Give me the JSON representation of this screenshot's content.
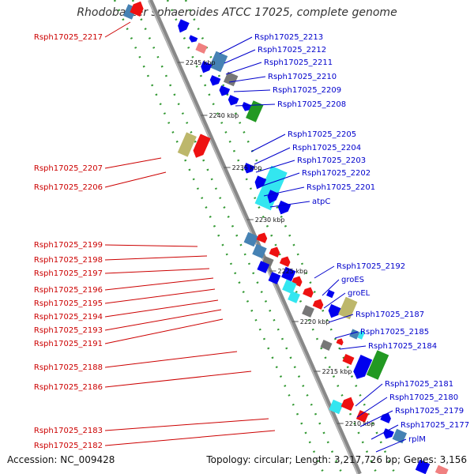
{
  "title": "Rhodobacter sphaeroides ATCC 17025, complete genome",
  "footer": {
    "accession": "Accession: NC_009428",
    "info": "Topology: circular; Length: 3,217,726 bp; Genes: 3,156"
  },
  "colors": {
    "left_label": "#cc0000",
    "right_label": "#0000cc",
    "backbone": "#888888",
    "track": "#339933",
    "blue": "#0000ee",
    "red": "#ee1111",
    "cyan": "#33e6f0",
    "green": "#229922",
    "khaki": "#bdb76b",
    "gray": "#777777",
    "steel": "#4682b4",
    "pink": "#f08080"
  },
  "kbp_marks": [
    "2245 kbp",
    "2240 kbp",
    "2235 kbp",
    "2230 kbp",
    "2225 kbp",
    "2220 kbp",
    "2215 kbp",
    "2210 kbp"
  ],
  "left_labels": [
    "Rsph17025_2217",
    "Rsph17025_2207",
    "Rsph17025_2206",
    "Rsph17025_2199",
    "Rsph17025_2198",
    "Rsph17025_2197",
    "Rsph17025_2196",
    "Rsph17025_2195",
    "Rsph17025_2194",
    "Rsph17025_2193",
    "Rsph17025_2191",
    "Rsph17025_2188",
    "Rsph17025_2186",
    "Rsph17025_2183",
    "Rsph17025_2182"
  ],
  "right_labels": [
    "Rsph17025_2213",
    "Rsph17025_2212",
    "Rsph17025_2211",
    "Rsph17025_2210",
    "Rsph17025_2209",
    "Rsph17025_2208",
    "Rsph17025_2205",
    "Rsph17025_2204",
    "Rsph17025_2203",
    "Rsph17025_2202",
    "Rsph17025_2201",
    "atpC",
    "Rsph17025_2192",
    "groES",
    "groEL",
    "Rsph17025_2187",
    "Rsph17025_2185",
    "Rsph17025_2184",
    "Rsph17025_2181",
    "Rsph17025_2180",
    "Rsph17025_2179",
    "Rsph17025_2177",
    "rplM"
  ]
}
